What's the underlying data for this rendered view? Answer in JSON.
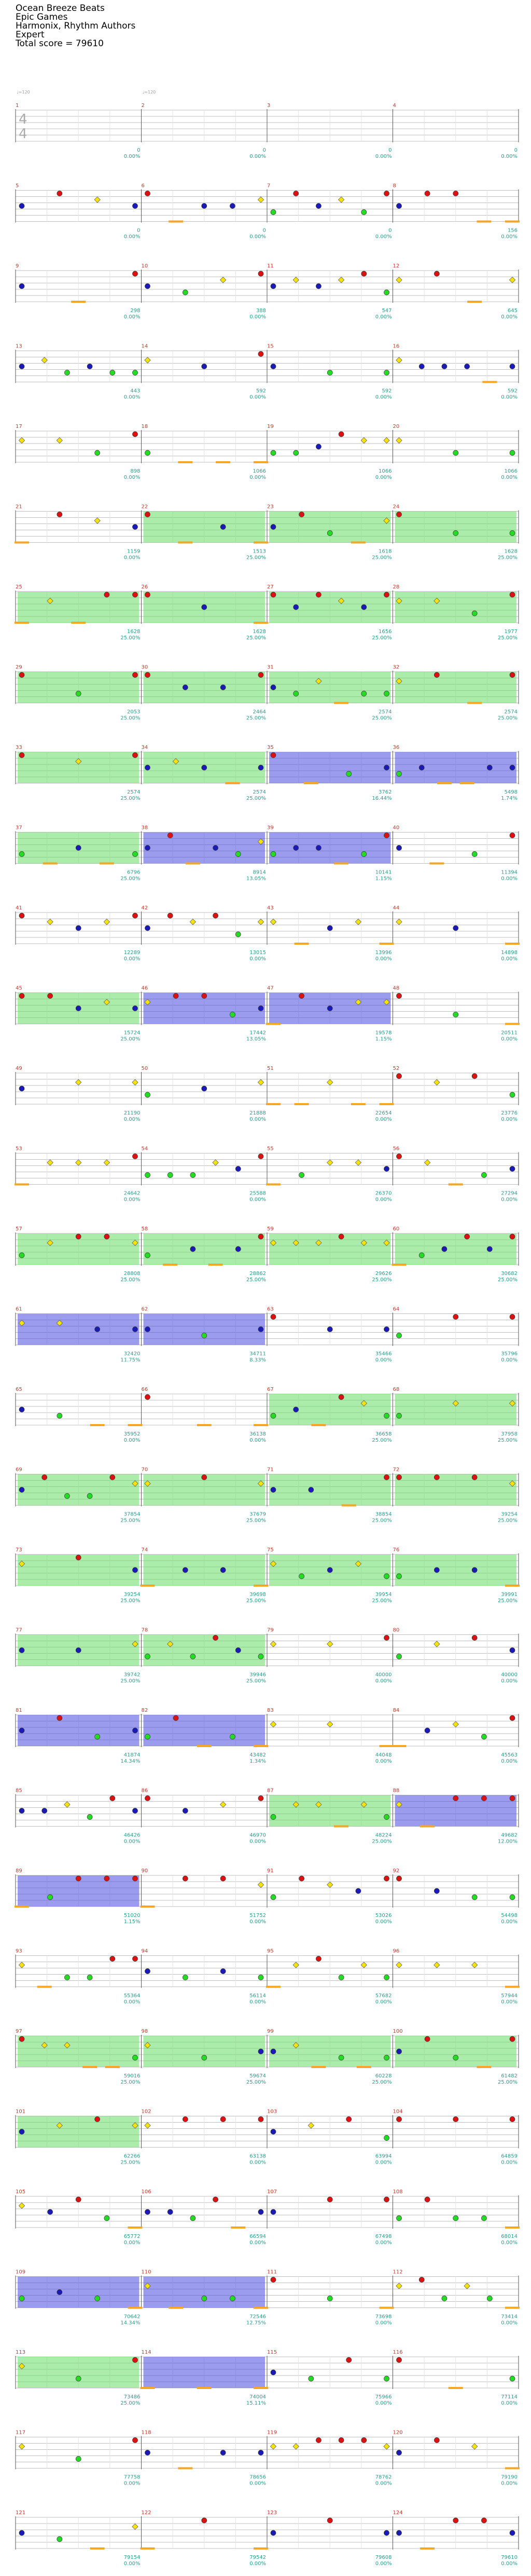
{
  "header": {
    "song_title": "Ocean Breeze Beats",
    "artist": "Epic Games",
    "charter": "Harmonix, Rhythm Authors",
    "difficulty": "Expert",
    "total_score": "Total score = 79610"
  },
  "time_signature": {
    "top": "4",
    "bottom": "4"
  },
  "tempo_labels": [
    "♩=120",
    "♩=120"
  ],
  "colors": {
    "green": "#22dd22",
    "red": "#dd1111",
    "yellow": "#f5e20a",
    "blue": "#1a1ab8",
    "orange": "#f5a623",
    "starpower": "#66dd66",
    "overdrive": "#4a4ae0",
    "score": "#2a9d8f",
    "measure_number": "#c0392b",
    "staff": "#7f7f7f"
  },
  "chart_data": {
    "type": "table",
    "measures_per_row": 4,
    "rows": [
      {
        "m": [
          1,
          2,
          3,
          4
        ],
        "scores": [
          "0",
          "0",
          "0",
          "0"
        ],
        "pct": [
          "0.00%",
          "0.00%",
          "0.00%",
          "0.00%"
        ]
      },
      {
        "m": [
          5,
          6,
          7,
          8
        ],
        "scores": [
          "0",
          "0",
          "0",
          "156"
        ],
        "pct": [
          "0.00%",
          "0.00%",
          "0.00%",
          "0.00%"
        ]
      },
      {
        "m": [
          9,
          10,
          11,
          12
        ],
        "scores": [
          "298",
          "388",
          "547",
          "645"
        ],
        "pct": [
          "0.00%",
          "0.00%",
          "0.00%",
          "0.00%"
        ]
      },
      {
        "m": [
          13,
          14,
          15,
          16
        ],
        "scores": [
          "443",
          "592",
          "592",
          "592"
        ],
        "pct": [
          "0.00%",
          "0.00%",
          "0.00%",
          "0.00%"
        ]
      },
      {
        "m": [
          17,
          18,
          19,
          20
        ],
        "scores": [
          "898",
          "1066",
          "1066",
          "1066"
        ],
        "pct": [
          "0.00%",
          "0.00%",
          "0.00%",
          "0.00%"
        ]
      },
      {
        "m": [
          21,
          22,
          23,
          24
        ],
        "scores": [
          "1159",
          "1513",
          "1618",
          "1628"
        ],
        "pct": [
          "0.00%",
          "25.00%",
          "25.00%",
          "25.00%"
        ]
      },
      {
        "m": [
          25,
          26,
          27,
          28
        ],
        "scores": [
          "1628",
          "1628",
          "1656",
          "1977"
        ],
        "pct": [
          "25.00%",
          "25.00%",
          "25.00%",
          "25.00%"
        ]
      },
      {
        "m": [
          29,
          30,
          31,
          32
        ],
        "scores": [
          "2053",
          "2464",
          "2574",
          "2574"
        ],
        "pct": [
          "25.00%",
          "25.00%",
          "25.00%",
          "25.00%"
        ]
      },
      {
        "m": [
          33,
          34,
          35,
          36
        ],
        "scores": [
          "2574",
          "2574",
          "3762",
          "5498"
        ],
        "pct": [
          "25.00%",
          "25.00%",
          "16.44%",
          "1.74%"
        ]
      },
      {
        "m": [
          37,
          38,
          39,
          40
        ],
        "scores": [
          "6796",
          "8914",
          "10141",
          "11394"
        ],
        "pct": [
          "25.00%",
          "13.05%",
          "1.15%",
          "0.00%"
        ]
      },
      {
        "m": [
          41,
          42,
          43,
          44
        ],
        "scores": [
          "12289",
          "13015",
          "13996",
          "14898"
        ],
        "pct": [
          "0.00%",
          "0.00%",
          "0.00%",
          "0.00%"
        ]
      },
      {
        "m": [
          45,
          46,
          47,
          48
        ],
        "scores": [
          "15724",
          "17442",
          "19578",
          "20511"
        ],
        "pct": [
          "25.00%",
          "13.05%",
          "1.15%",
          "0.00%"
        ]
      },
      {
        "m": [
          49,
          50,
          51,
          52
        ],
        "scores": [
          "21190",
          "21888",
          "22654",
          "23776"
        ],
        "pct": [
          "0.00%",
          "0.00%",
          "0.00%",
          "0.00%"
        ]
      },
      {
        "m": [
          53,
          54,
          55,
          56
        ],
        "scores": [
          "24642",
          "25588",
          "26370",
          "27294"
        ],
        "pct": [
          "0.00%",
          "0.00%",
          "0.00%",
          "0.00%"
        ]
      },
      {
        "m": [
          57,
          58,
          59,
          60
        ],
        "scores": [
          "28808",
          "28862",
          "29626",
          "30682"
        ],
        "pct": [
          "25.00%",
          "25.00%",
          "25.00%",
          "25.00%"
        ]
      },
      {
        "m": [
          61,
          62,
          63,
          64
        ],
        "scores": [
          "32420",
          "34711",
          "35466",
          "35796"
        ],
        "pct": [
          "11.75%",
          "8.33%",
          "0.00%",
          "0.00%"
        ]
      },
      {
        "m": [
          65,
          66,
          67,
          68
        ],
        "scores": [
          "35952",
          "36138",
          "36658",
          "37958"
        ],
        "pct": [
          "0.00%",
          "0.00%",
          "25.00%",
          "25.00%"
        ]
      },
      {
        "m": [
          69,
          70,
          71,
          72
        ],
        "scores": [
          "37854",
          "37679",
          "38854",
          "39254"
        ],
        "pct": [
          "25.00%",
          "25.00%",
          "25.00%",
          "25.00%"
        ]
      },
      {
        "m": [
          73,
          74,
          75,
          76
        ],
        "scores": [
          "39254",
          "39698",
          "39954",
          "39991"
        ],
        "pct": [
          "25.00%",
          "25.00%",
          "25.00%",
          "25.00%"
        ]
      },
      {
        "m": [
          77,
          78,
          79,
          80
        ],
        "scores": [
          "39742",
          "39946",
          "40000",
          "40000"
        ],
        "pct": [
          "25.00%",
          "25.00%",
          "0.00%",
          "0.00%"
        ]
      },
      {
        "m": [
          81,
          82,
          83,
          84
        ],
        "scores": [
          "41874",
          "43482",
          "44048",
          "45563"
        ],
        "pct": [
          "14.34%",
          "1.34%",
          "0.00%",
          "0.00%"
        ]
      },
      {
        "m": [
          85,
          86,
          87,
          88
        ],
        "scores": [
          "46426",
          "46970",
          "48224",
          "49682"
        ],
        "pct": [
          "0.00%",
          "0.00%",
          "25.00%",
          "12.00%"
        ]
      },
      {
        "m": [
          89,
          90,
          91,
          92
        ],
        "scores": [
          "51020",
          "51752",
          "53026",
          "54498"
        ],
        "pct": [
          "1.15%",
          "0.00%",
          "0.00%",
          "0.00%"
        ]
      },
      {
        "m": [
          93,
          94,
          95,
          96
        ],
        "scores": [
          "55364",
          "56114",
          "57682",
          "57944"
        ],
        "pct": [
          "0.00%",
          "0.00%",
          "0.00%",
          "0.00%"
        ]
      },
      {
        "m": [
          97,
          98,
          99,
          100
        ],
        "scores": [
          "59016",
          "59674",
          "60228",
          "61482"
        ],
        "pct": [
          "25.00%",
          "25.00%",
          "25.00%",
          "25.00%"
        ]
      },
      {
        "m": [
          101,
          102,
          103,
          104
        ],
        "scores": [
          "62266",
          "63138",
          "63994",
          "64859"
        ],
        "pct": [
          "25.00%",
          "0.00%",
          "0.00%",
          "0.00%"
        ]
      },
      {
        "m": [
          105,
          106,
          107,
          108
        ],
        "scores": [
          "65772",
          "66594",
          "67498",
          "68014"
        ],
        "pct": [
          "0.00%",
          "0.00%",
          "0.00%",
          "0.00%"
        ]
      },
      {
        "m": [
          109,
          110,
          111,
          112
        ],
        "scores": [
          "70642",
          "72546",
          "73698",
          "73414"
        ],
        "pct": [
          "14.34%",
          "12.75%",
          "0.00%",
          "0.00%"
        ]
      },
      {
        "m": [
          113,
          114,
          115,
          116
        ],
        "scores": [
          "73486",
          "74004",
          "75966",
          "77114"
        ],
        "pct": [
          "25.00%",
          "15.11%",
          "0.00%",
          "0.00%"
        ]
      },
      {
        "m": [
          117,
          118,
          119,
          120
        ],
        "scores": [
          "77758",
          "78656",
          "78762",
          "79190"
        ],
        "pct": [
          "0.00%",
          "0.00%",
          "0.00%",
          "0.00%"
        ]
      },
      {
        "m": [
          121,
          122,
          123,
          124
        ],
        "scores": [
          "79154",
          "79542",
          "79608",
          "79610"
        ],
        "pct": [
          "0.00%",
          "0.00%",
          "0.00%",
          "0.00%"
        ]
      }
    ]
  }
}
